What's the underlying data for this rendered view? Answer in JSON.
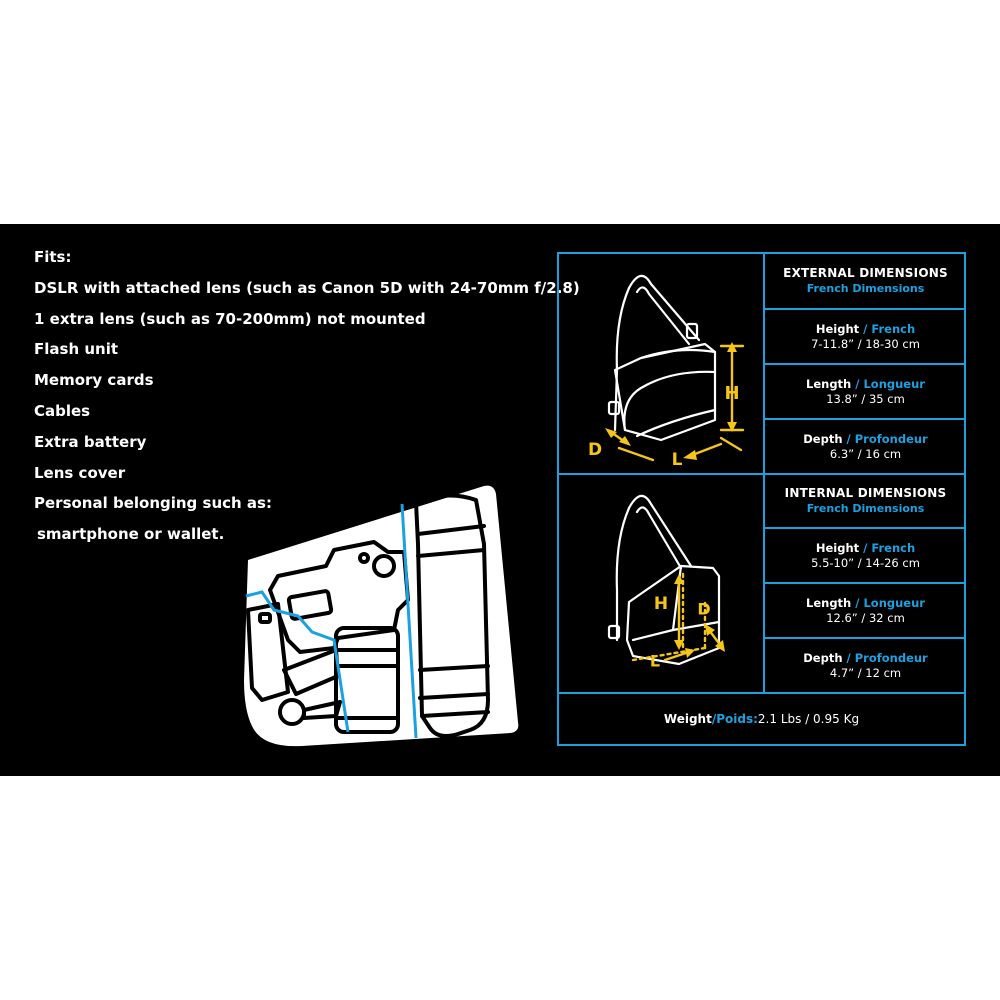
{
  "fits": {
    "items": [
      "Fits:",
      "DSLR with attached lens (such as Canon 5D with 24-70mm f/2.8)",
      "1 extra lens (such as 70-200mm) not mounted",
      "Flash unit",
      "Memory cards",
      "Cables",
      "Extra battery",
      "Lens cover",
      "Personal belonging such as:",
      "smartphone or wallet."
    ]
  },
  "external": {
    "title": "EXTERNAL DIMENSIONS",
    "subtitle": "French Dimensions",
    "height": {
      "label": "Height",
      "sep": " / ",
      "alt": "French",
      "value": "7-11.8” / 18-30 cm"
    },
    "length": {
      "label": "Length",
      "sep": " / ",
      "alt": "Longueur",
      "value": "13.8” / 35 cm"
    },
    "depth": {
      "label": "Depth",
      "sep": " / ",
      "alt": "Profondeur",
      "value": "6.3” / 16 cm"
    }
  },
  "internal": {
    "title": "INTERNAL DIMENSIONS",
    "subtitle": "French Dimensions",
    "height": {
      "label": "Height",
      "sep": " / ",
      "alt": "French",
      "value": "5.5-10” / 14-26 cm"
    },
    "length": {
      "label": "Length",
      "sep": " / ",
      "alt": "Longueur",
      "value": "12.6” / 32 cm"
    },
    "depth": {
      "label": "Depth",
      "sep": " / ",
      "alt": "Profondeur",
      "value": "4.7” / 12 cm"
    }
  },
  "weight": {
    "label": "Weight",
    "sep": " / ",
    "alt": "Poids:",
    "value": " 2.1 Lbs / 0.95 Kg"
  },
  "diagram_letters": {
    "height": "H",
    "length": "L",
    "depth": "D"
  },
  "colors": {
    "background": "#000000",
    "accent": "#1ba1e2",
    "dimension": "#f5c518",
    "text": "#ffffff"
  }
}
